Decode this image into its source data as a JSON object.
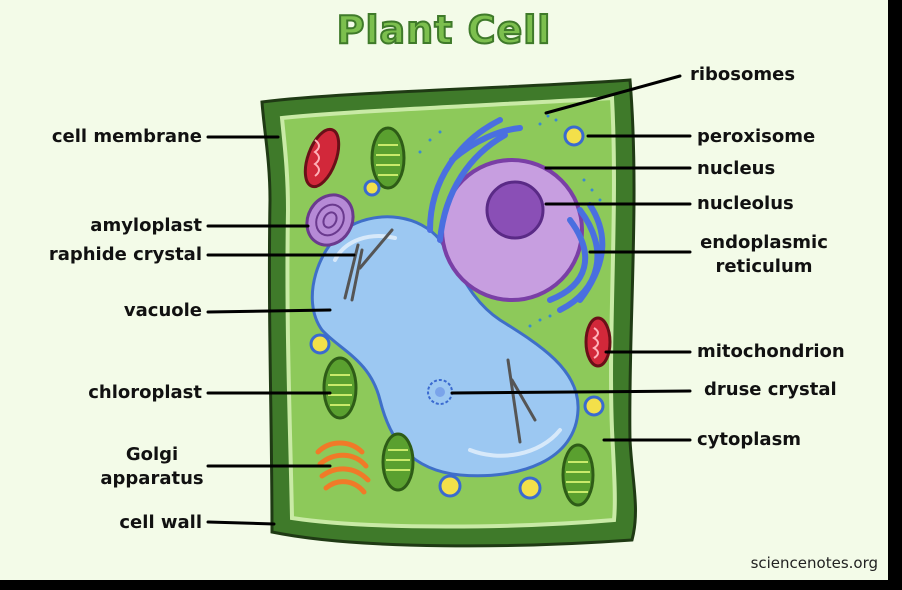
{
  "title": "Plant Cell",
  "labels": {
    "cell_membrane": "cell membrane",
    "amyloplast": "amyloplast",
    "raphide_crystal": "raphide crystal",
    "vacuole": "vacuole",
    "chloroplast": "chloroplast",
    "golgi_line1": "Golgi",
    "golgi_line2": "apparatus",
    "cell_wall": "cell wall",
    "ribosomes": "ribosomes",
    "peroxisome": "peroxisome",
    "nucleus": "nucleus",
    "nucleolus": "nucleolus",
    "er_line1": "endoplasmic",
    "er_line2": "reticulum",
    "mitochondrion": "mitochondrion",
    "druse_crystal": "druse crystal",
    "cytoplasm": "cytoplasm"
  },
  "credit": "sciencenotes.org",
  "colors": {
    "background": "#f3fbe8",
    "cell_wall": "#3f7a2a",
    "cytoplasm": "#8dc95a",
    "vacuole": "#9cc8f2",
    "nucleus": "#c79ee0",
    "nucleolus": "#8a4fb6",
    "er": "#4a6fe0",
    "chloroplast": "#5aa02f",
    "mitochondrion": "#d2283a",
    "golgi": "#f07a28",
    "peroxisome": "#f3e04a"
  }
}
